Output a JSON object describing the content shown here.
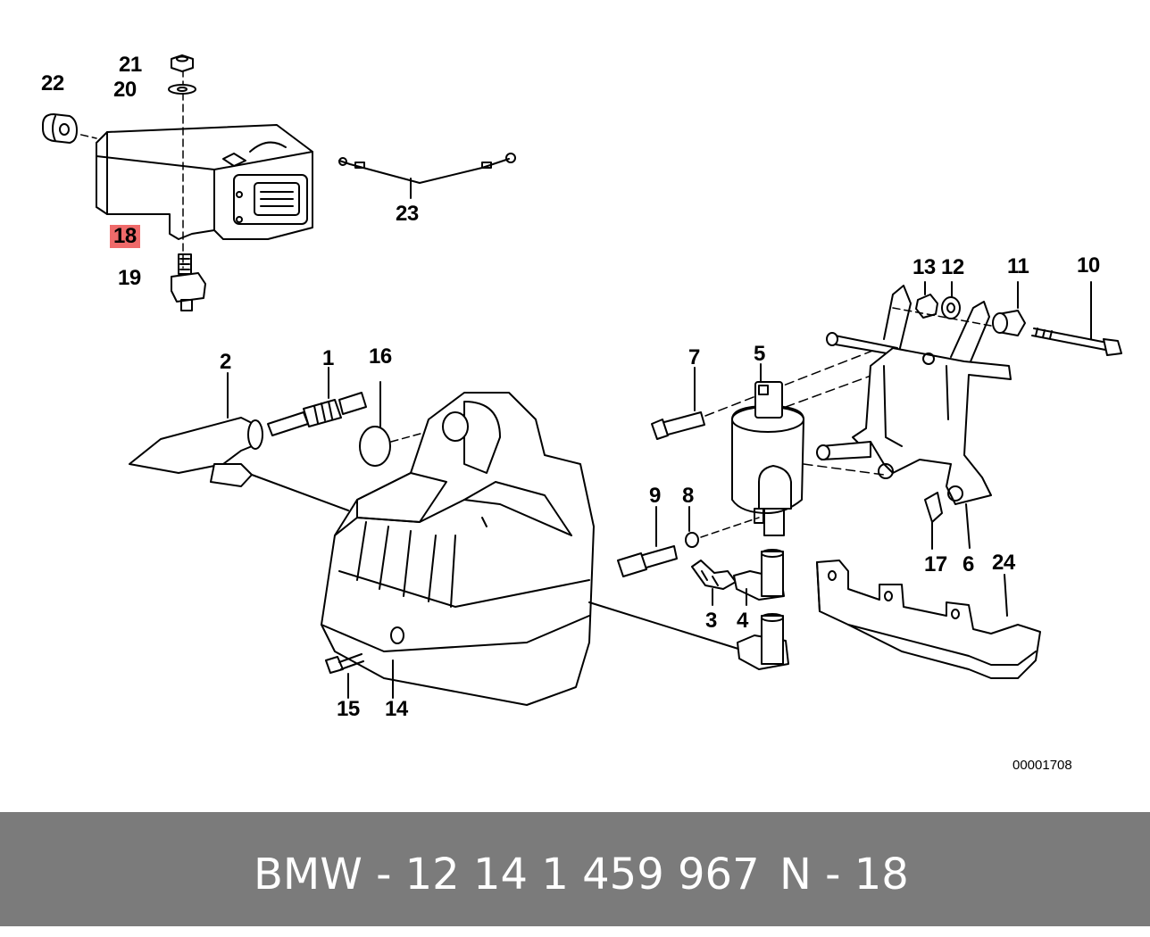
{
  "callouts": {
    "c1": "1",
    "c2": "2",
    "c3": "3",
    "c4": "4",
    "c5": "5",
    "c6": "6",
    "c7": "7",
    "c8": "8",
    "c9": "9",
    "c10": "10",
    "c11": "11",
    "c12": "12",
    "c13": "13",
    "c14": "14",
    "c15": "15",
    "c16": "16",
    "c17": "17",
    "c18": "18",
    "c19": "19",
    "c20": "20",
    "c21": "21",
    "c22": "22",
    "c23": "23",
    "c24": "24"
  },
  "highlight_color": "#ef6a6a",
  "banner_color": "#7b7b7b",
  "reference_number": "00001708",
  "banner": {
    "part_text": "BMW - 12 14 1 459 967",
    "position_text": "N - 18"
  }
}
